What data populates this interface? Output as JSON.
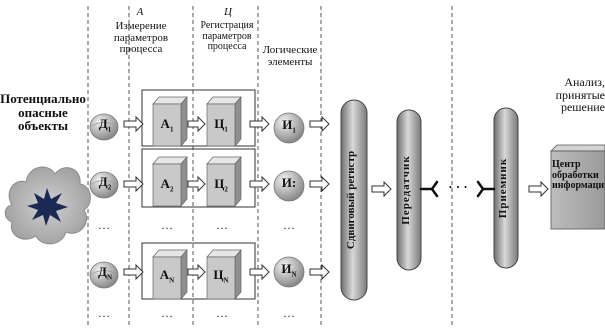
{
  "left": {
    "title_line1": "Потенциально",
    "title_line2": "опасные",
    "title_line3": "объекты"
  },
  "columns": {
    "a_letter": "А",
    "a_line1": "Измерение",
    "a_line2": "параметров",
    "a_line3": "процесса",
    "c_letter": "Ц",
    "c_line1": "Регистрация",
    "c_line2": "параметров",
    "c_line3": "процесса",
    "logic_line1": "Логические",
    "logic_line2": "элементы"
  },
  "rows": [
    {
      "d": "Д",
      "d_sub": "1",
      "a": "А",
      "a_sub": "1",
      "c": "Ц",
      "c_sub": "1",
      "i": "И",
      "i_sub": "1"
    },
    {
      "d": "Д",
      "d_sub": "2",
      "a": "А",
      "a_sub": "2",
      "c": "Ц",
      "c_sub": "2",
      "i": "И:",
      "i_sub": ""
    },
    {
      "d": "Д",
      "d_sub": "N",
      "a": "А",
      "a_sub": "N",
      "c": "Ц",
      "c_sub": "N",
      "i": "И",
      "i_sub": "N"
    }
  ],
  "ellipsis": "…",
  "blocks": {
    "shift_register": "Сдвиговый регистр",
    "transmitter": "Передатчик",
    "receiver": "Приемник",
    "link_dots": "· · ·"
  },
  "right": {
    "title_line1": "Анализ,",
    "title_line2": "принятые",
    "title_line3": "решение",
    "center_line1": "Центр",
    "center_line2": "обработки",
    "center_line3": "информации"
  },
  "colors": {
    "cube_face": "#c9c9c9",
    "cube_top": "#e6e6e6",
    "cube_side": "#8f8f8f",
    "sensor": "#a9a9a9",
    "pillar": "#9a9a9a",
    "cloud": "#b5b5b5",
    "star": "#1a2a55",
    "center_box": "#b0b0b0"
  }
}
